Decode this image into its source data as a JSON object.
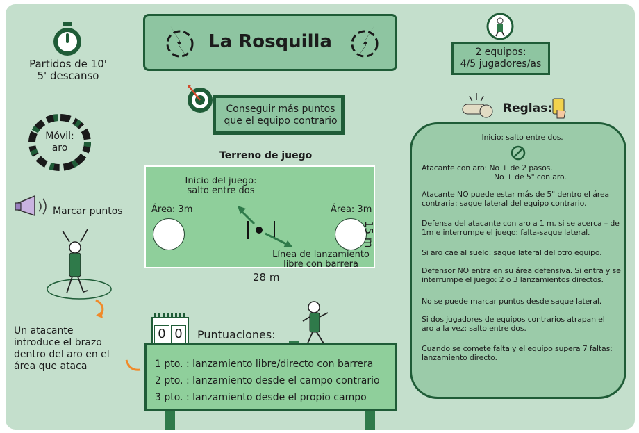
{
  "title": "La Rosquilla",
  "match_info": {
    "line1": "Partidos de 10'",
    "line2": "5' descanso"
  },
  "mobile": {
    "line1": "Móvil:",
    "line2": "aro"
  },
  "scoring_label": "Marcar puntos",
  "scoring_desc": [
    "Un atacante",
    "introduce el brazo",
    "dentro del aro en el",
    "área que ataca"
  ],
  "goal": {
    "line1": "Conseguir más puntos",
    "line2": "que el equipo contrario"
  },
  "teams": {
    "line1": "2 equipos:",
    "line2": "4/5 jugadores/as"
  },
  "rules_title": "Reglas:",
  "field": {
    "title": "Terreno de juego",
    "start_label": [
      "Inicio del juego:",
      "salto entre dos"
    ],
    "area_left": "Área: 3m",
    "area_right": "Área: 3m",
    "free_throw": [
      "Línea de lanzamiento",
      "libre con barrera"
    ],
    "width": "28 m",
    "height": "15 m"
  },
  "scores": {
    "title": "Puntuaciones:",
    "board": [
      "0",
      "0"
    ],
    "items": [
      "1 pto. : lanzamiento libre/directo con barrera",
      "2 pto. : lanzamiento desde el campo contrario",
      "3 pto. : lanzamiento desde el propio campo"
    ]
  },
  "rules": {
    "start": "Inicio: salto entre dos.",
    "r1": [
      "Atacante con aro: No + de 2 pasos.",
      "No + de 5\" con aro."
    ],
    "r2": [
      "Atacante NO puede estar más de 5\" dentro el área",
      "contraria: saque lateral del equipo contrario."
    ],
    "r3": [
      "Defensa del atacante con aro a 1 m. si se acerca – de",
      "1m e interrumpe el juego: falta-saque lateral."
    ],
    "r4": [
      "Si aro cae al suelo: saque lateral del otro equipo."
    ],
    "r5": [
      "Defensor NO entra en su área defensiva. Si entra y se",
      "interrumpe el juego: 2 o 3 lanzamientos directos."
    ],
    "r6": [
      "No se puede marcar puntos desde saque lateral."
    ],
    "r7": [
      "Si dos jugadores de equipos contrarios atrapan el",
      "aro a la vez: salto entre dos."
    ],
    "r8": [
      "Cuando se comete falta y el equipo supera 7 faltas:",
      "lanzamiento directo."
    ]
  },
  "colors": {
    "background": "#c4dfcc",
    "dark_green": "#1f5c37",
    "mid_green": "#8ec5a1",
    "field": "#8fcf9b",
    "accent_orange": "#f08a2a"
  },
  "icons": [
    "stopwatch-icon",
    "ring-icon",
    "megaphone-icon",
    "target-icon",
    "whistle-icon",
    "card-icon",
    "player-icon",
    "no-sign-icon",
    "scoreboard-icon"
  ]
}
